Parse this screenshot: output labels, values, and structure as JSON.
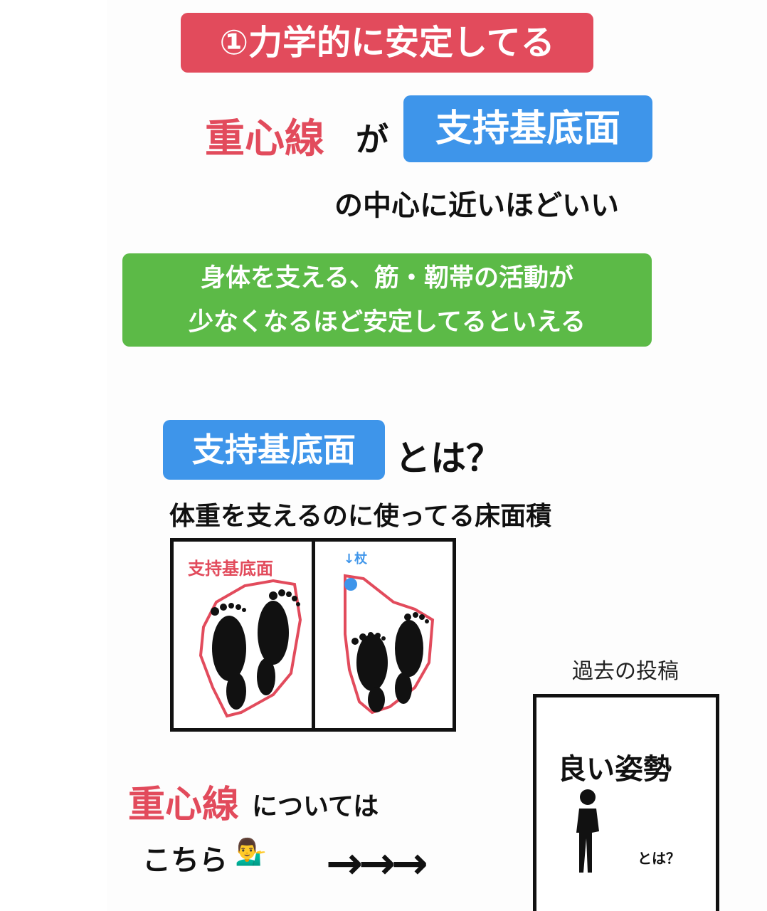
{
  "title": "①力学的に安定してる",
  "line1": {
    "red": "重心線",
    "connector": "が",
    "blue": "支持基底面"
  },
  "line2": "の中心に近いほどいい",
  "green_box": {
    "line1": "身体を支える、筋・靭帯の活動が",
    "line2": "少なくなるほど安定してるといえる"
  },
  "section": {
    "blue": "支持基底面",
    "suffix": "とは？"
  },
  "definition": "体重を支えるのに使ってる床面積",
  "diagram": {
    "left_label": "支持基底面",
    "right_label": "↓杖"
  },
  "past_posts": {
    "label": "過去の投稿",
    "card_title": "良い姿勢",
    "card_sub": "とは？"
  },
  "bottom": {
    "red": "重心線",
    "suffix": "については",
    "kochira": "こちら",
    "arrows": "→→→"
  },
  "colors": {
    "red": "#e24b5c",
    "blue": "#3e95ea",
    "green": "#5cba47"
  }
}
